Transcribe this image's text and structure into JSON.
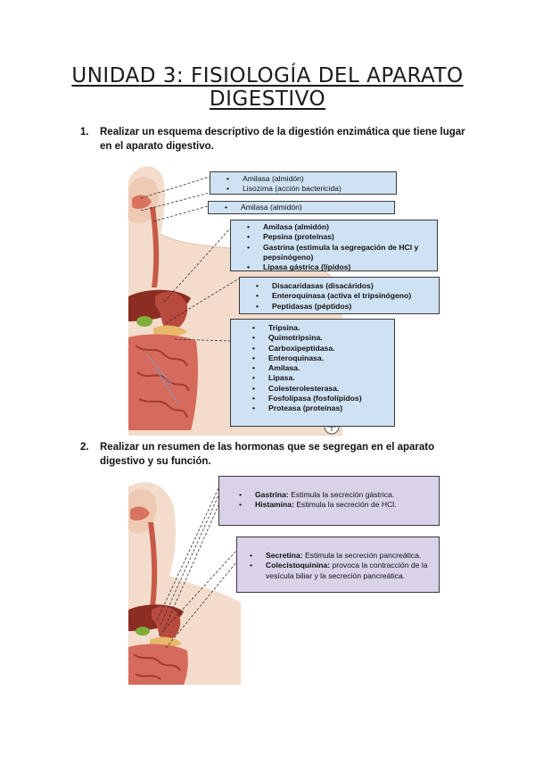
{
  "title": {
    "line1": "UNIDAD 3: FISIOLOGÍA DEL APARATO",
    "line2": "DIGESTIVO"
  },
  "q1": {
    "number": "1.",
    "text": "Realizar un esquema descriptivo de la digestión enzimática que tiene lugar en el aparato digestivo."
  },
  "q2": {
    "number": "2.",
    "text": "Realizar un resumen de las hormonas que se segregan en el aparato digestivo y su función."
  },
  "boxes1": {
    "mouth": [
      "Amilasa (almidón)",
      "Lisozima (acción bactericida)"
    ],
    "esophagus": [
      "Amilasa (almidón)"
    ],
    "stomach": [
      "Amilasa (almidón)",
      "Pepsina (proteínas)",
      "Gastrina (estimula la segregación de HCl y pepsinógeno)",
      "Lipasa gástrica (lípidos)"
    ],
    "intestine": [
      "Disacaridasas (disacáridos)",
      "Enteroquinasa (activa el tripsinógeno)",
      "Peptidasas (péptidos)"
    ],
    "pancreas": [
      "Tripsina.",
      "Quimotripsina.",
      "Carboxipeptidasa.",
      "Enteroquinasa.",
      "Amilasa.",
      "Lipasa.",
      "Colesterolesterasa.",
      "Fosfolipasa (fosfolípidos)",
      "Proteasa (proteínas)"
    ]
  },
  "boxes2": {
    "stomach": [
      {
        "name": "Gastrina:",
        "desc": "Estimula la secreción gástrica."
      },
      {
        "name": "Histamina:",
        "desc": "Estimula la secreción de HCl."
      }
    ],
    "intestine": [
      {
        "name": "Secretina:",
        "desc": "Estimula la secreción pancreática."
      },
      {
        "name": "Colecistoquinina:",
        "desc": "provoca la contracción de la vesícula biliar y la secreción pancreática."
      }
    ]
  },
  "colors": {
    "blue_box": "#cfe2f3",
    "purple_box": "#d9d2e9",
    "skin": "#f3dccb",
    "organ_red": "#c0504d",
    "liver": "#8b2d22",
    "gallbladder": "#7fae3a"
  }
}
